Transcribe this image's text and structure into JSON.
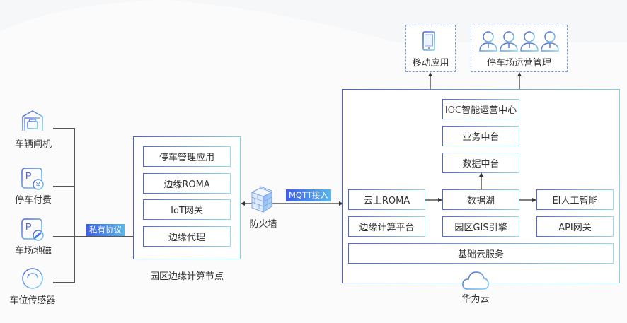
{
  "devices": [
    {
      "icon": "gate-car-icon",
      "label": "车辆闸机"
    },
    {
      "icon": "parking-payment-icon",
      "label": "停车付费"
    },
    {
      "icon": "geomagnetic-sensor-icon",
      "label": "车场地磁"
    },
    {
      "icon": "space-sensor-icon",
      "label": "车位传感器"
    }
  ],
  "private_protocol_label": "私有协议",
  "edge_node": {
    "title": "园区边缘计算节点",
    "items": [
      "停车管理应用",
      "边缘ROMA",
      "IoT网关",
      "边缘代理"
    ]
  },
  "firewall": {
    "icon": "firewall-icon",
    "label": "防火墙"
  },
  "mqtt_label": "MQTT接入",
  "consumers": [
    {
      "icon": "mobile-phone-icon",
      "label": "移动应用"
    },
    {
      "icon": "users-icon",
      "label": "停车场运营管理"
    }
  ],
  "cloud": {
    "title": "华为云",
    "icon": "cloud-icon",
    "stack": [
      "IOC智能运营中心",
      "业务中台",
      "数据中台"
    ],
    "row1": [
      "云上ROMA",
      "数据湖",
      "EI人工智能"
    ],
    "row2": [
      "边缘计算平台",
      "园区GIS引擎",
      "API网关"
    ],
    "base": "基础云服务"
  },
  "colors": {
    "accent_start": "#4a5fd8",
    "accent_end": "#7dd6ee",
    "line": "#555555"
  }
}
